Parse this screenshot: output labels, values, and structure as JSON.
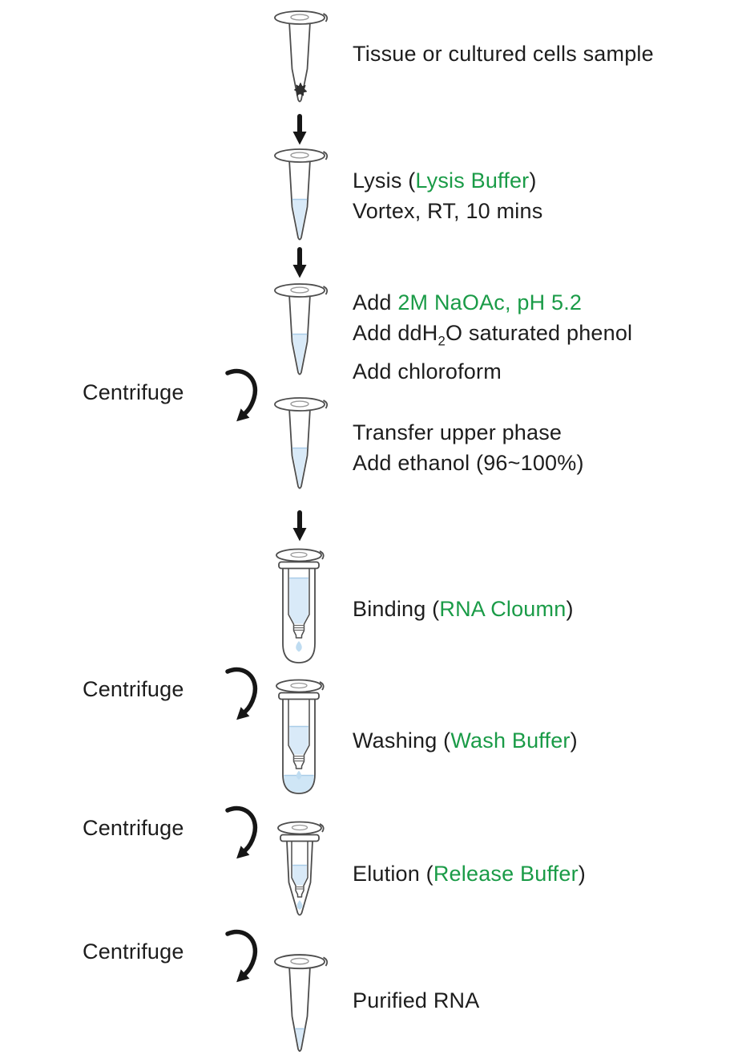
{
  "colors": {
    "accent_green": "#1a9b47",
    "text": "#1d1d1d",
    "liquid_blue": "#d9eaf8",
    "pool_blue": "#cfe6f6",
    "drop_blue": "#bfdcf1",
    "tube_outline": "#4d4d4d",
    "arrow_black": "#161616"
  },
  "labels": {
    "centrifuge": "Centrifuge"
  },
  "icons": {
    "down_arrow": "↓",
    "centrifuge_arrow": "curved clockwise arrow",
    "microtube": "microcentrifuge tube",
    "spin_column": "spin column in collection tube"
  },
  "steps": {
    "sample": {
      "line1": "Tissue or cultured cells sample"
    },
    "lysis": {
      "line1_pre": "Lysis (",
      "line1_green": "Lysis Buffer",
      "line1_post": ")",
      "line2": "Vortex, RT, 10 mins"
    },
    "add_reagents": {
      "line1_pre": "Add ",
      "line1_green": "2M NaOAc, pH 5.2",
      "line2_pre": "Add ddH",
      "line2_sub": "2",
      "line2_post": "O saturated phenol",
      "line3": "Add chloroform"
    },
    "transfer": {
      "line1": "Transfer upper phase",
      "line2": "Add ethanol (96~100%)"
    },
    "binding": {
      "pre": "Binding (",
      "green": "RNA Cloumn",
      "post": ")"
    },
    "washing": {
      "pre": "Washing (",
      "green": "Wash Buffer",
      "post": ")"
    },
    "elution": {
      "pre": "Elution (",
      "green": "Release Buffer",
      "post": ")"
    },
    "purified": {
      "line1": "Purified RNA"
    }
  }
}
